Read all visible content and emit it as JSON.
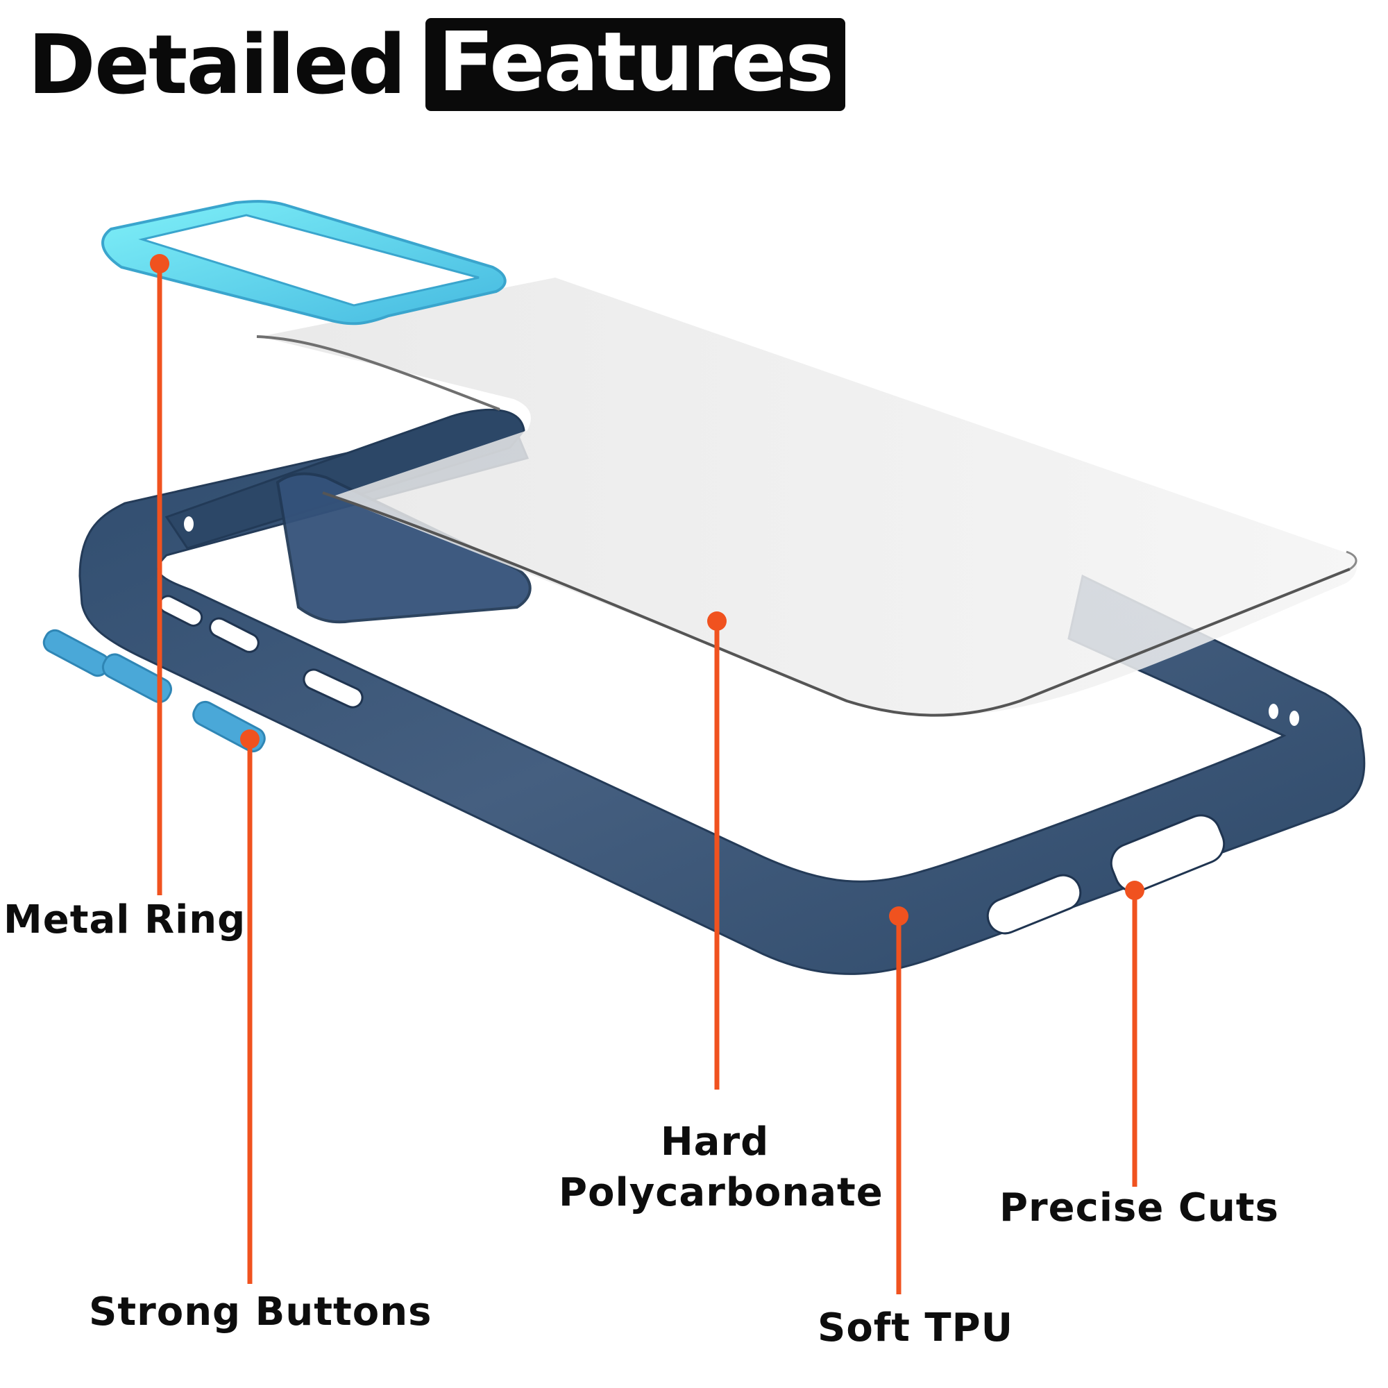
{
  "title": {
    "plain": "Detailed",
    "highlight": "Features"
  },
  "labels": {
    "metal_ring": "Metal Ring",
    "strong_buttons": "Strong Buttons",
    "hard_line1": "Hard",
    "hard_line2": "Polycarbonate",
    "precise_cuts": "Precise Cuts",
    "soft_tpu": "Soft TPU"
  },
  "colors": {
    "callout": "#f0521f",
    "frame": "#3b5575",
    "ring": "#5fd6ec",
    "buttons": "#4aa8d8",
    "text": "#0d0d0d"
  },
  "icons": [
    "metal-ring-icon",
    "button-icon",
    "bumper-frame-icon",
    "clear-back-panel-icon"
  ]
}
